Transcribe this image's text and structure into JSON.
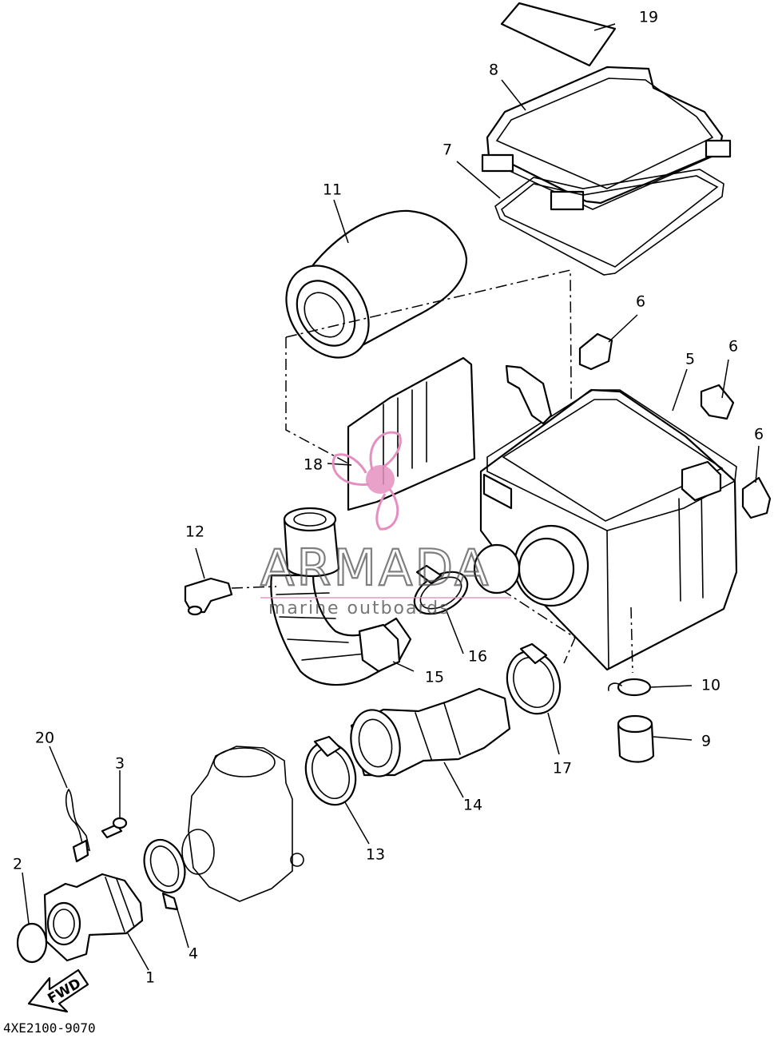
{
  "diagram_code": "4XE2100-9070",
  "watermark": {
    "brand": "ARMADA",
    "tagline": "marine outboards",
    "accent_color": "#e58fc0"
  },
  "direction_arrow": {
    "label": "FWD"
  },
  "callouts": {
    "c1": "1",
    "c2": "2",
    "c3": "3",
    "c4": "4",
    "c5": "5",
    "c6a": "6",
    "c6b": "6",
    "c6c": "6",
    "c7": "7",
    "c8": "8",
    "c9": "9",
    "c10": "10",
    "c11": "11",
    "c12": "12",
    "c13": "13",
    "c14": "14",
    "c15": "15",
    "c16": "16",
    "c17": "17",
    "c18": "18",
    "c19": "19",
    "c20": "20"
  }
}
